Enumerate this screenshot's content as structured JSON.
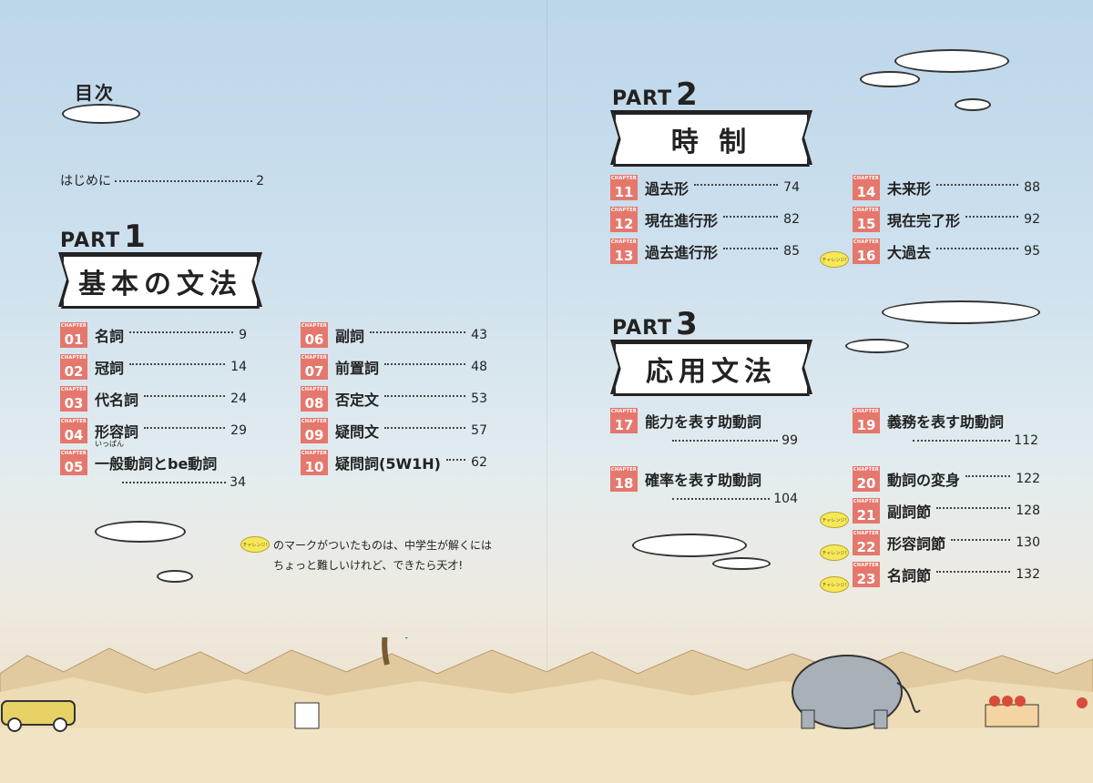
{
  "toc_title": "目次",
  "intro": {
    "label": "はじめに",
    "page": "2"
  },
  "chapter_tag": "CHAPTER",
  "challenge_tag": "チャレンジ!",
  "parts": [
    {
      "label": "PART",
      "number": "1",
      "title": "基本の文法"
    },
    {
      "label": "PART",
      "number": "2",
      "title": "時 制"
    },
    {
      "label": "PART",
      "number": "3",
      "title": "応用文法"
    }
  ],
  "part1_left": [
    {
      "num": "01",
      "name": "名詞",
      "page": "9"
    },
    {
      "num": "02",
      "name": "冠詞",
      "page": "14"
    },
    {
      "num": "03",
      "name": "代名詞",
      "page": "24"
    },
    {
      "num": "04",
      "name": "形容詞",
      "page": "29"
    },
    {
      "num": "05",
      "name": "一般動詞とbe動詞",
      "ruby": "いっぱん",
      "page": "34"
    }
  ],
  "part1_right": [
    {
      "num": "06",
      "name": "副詞",
      "page": "43"
    },
    {
      "num": "07",
      "name": "前置詞",
      "page": "48"
    },
    {
      "num": "08",
      "name": "否定文",
      "page": "53"
    },
    {
      "num": "09",
      "name": "疑問文",
      "page": "57"
    },
    {
      "num": "10",
      "name": "疑問詞(5W1H)",
      "page": "62"
    }
  ],
  "part2_left": [
    {
      "num": "11",
      "name": "過去形",
      "page": "74"
    },
    {
      "num": "12",
      "name": "現在進行形",
      "page": "82"
    },
    {
      "num": "13",
      "name": "過去進行形",
      "page": "85"
    }
  ],
  "part2_right": [
    {
      "num": "14",
      "name": "未来形",
      "page": "88"
    },
    {
      "num": "15",
      "name": "現在完了形",
      "page": "92"
    },
    {
      "num": "16",
      "name": "大過去",
      "page": "95"
    }
  ],
  "part3_left": [
    {
      "num": "17",
      "name": "能力を表す助動詞",
      "page": "99"
    },
    {
      "num": "18",
      "name": "確率を表す助動詞",
      "page": "104"
    }
  ],
  "part3_right": [
    {
      "num": "19",
      "name": "義務を表す助動詞",
      "page": "112"
    },
    {
      "num": "20",
      "name": "動詞の変身",
      "page": "122"
    },
    {
      "num": "21",
      "name": "副詞節",
      "page": "128"
    },
    {
      "num": "22",
      "name": "形容詞節",
      "page": "130"
    },
    {
      "num": "23",
      "name": "名詞節",
      "page": "132"
    }
  ],
  "note": {
    "line1": "のマークがついたものは、中学生が解くには",
    "line2": "ちょっと難しいけれど、できたら天才!"
  },
  "colors": {
    "chapter_box": "#e5776d",
    "badge": "#f6e85a",
    "sky": "#bcd6ea",
    "sand": "#e8dcc2"
  }
}
